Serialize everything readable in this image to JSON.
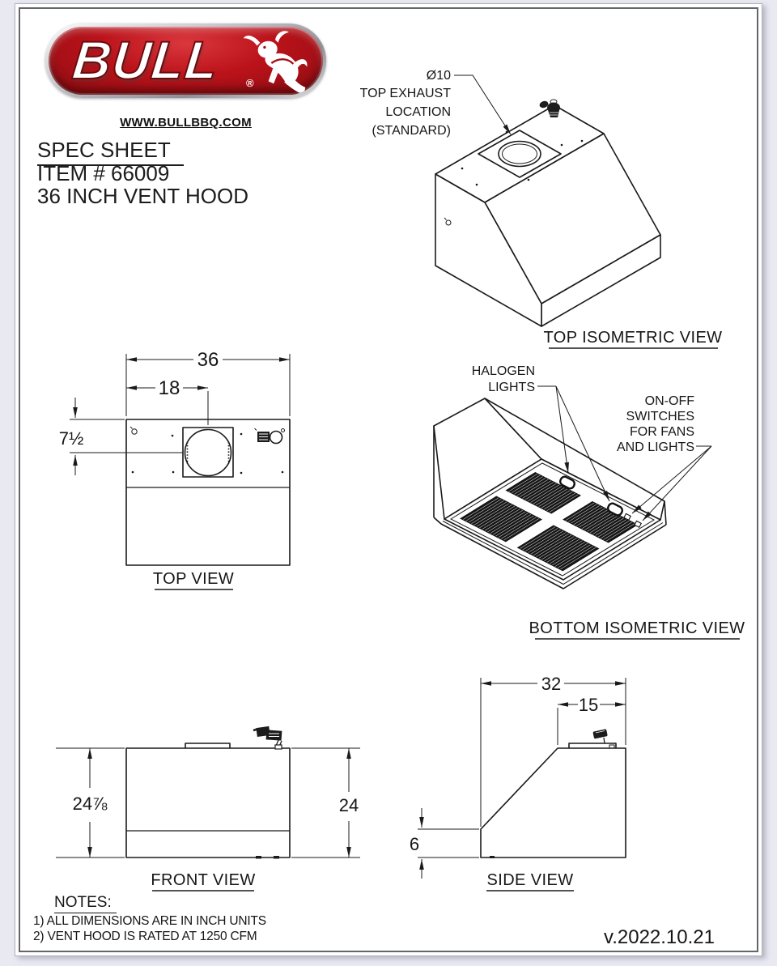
{
  "page": {
    "version": "v.2022.10.21"
  },
  "header": {
    "logo_text": "BULL",
    "registered_mark": "®",
    "website": "WWW.BULLBBQ.COM",
    "doc_title": "SPEC SHEET",
    "item_number": "ITEM # 66009",
    "product_name": "36 INCH VENT HOOD"
  },
  "views": {
    "top_iso": {
      "caption": "TOP ISOMETRIC VIEW",
      "exhaust_label": {
        "l1": "Ø10",
        "l2": "TOP EXHAUST",
        "l3": "LOCATION",
        "l4": "(STANDARD)"
      }
    },
    "top": {
      "caption": "TOP VIEW",
      "dim_width": "36",
      "dim_exhaust_offset": "18",
      "dim_exhaust_depth": "7½"
    },
    "bottom_iso": {
      "caption": "BOTTOM ISOMETRIC VIEW",
      "halogen_label": {
        "l1": "HALOGEN",
        "l2": "LIGHTS"
      },
      "switch_label": {
        "l1": "ON-OFF",
        "l2": "SWITCHES",
        "l3": "FOR FANS",
        "l4": "AND LIGHTS"
      }
    },
    "front": {
      "caption": "FRONT VIEW",
      "dim_height_overall": "24⅞",
      "dim_height_body": "24"
    },
    "side": {
      "caption": "SIDE VIEW",
      "dim_depth": "32",
      "dim_top_depth": "15",
      "dim_lower_height": "6"
    }
  },
  "notes": {
    "heading": "NOTES:",
    "items": [
      "1) ALL DIMENSIONS ARE IN INCH UNITS",
      "2) VENT HOOD IS RATED AT 1250 CFM"
    ]
  },
  "colors": {
    "logo_red": "#bb121a",
    "line": "#1a1a1a",
    "canvas_bg": "#e9e9f2"
  }
}
